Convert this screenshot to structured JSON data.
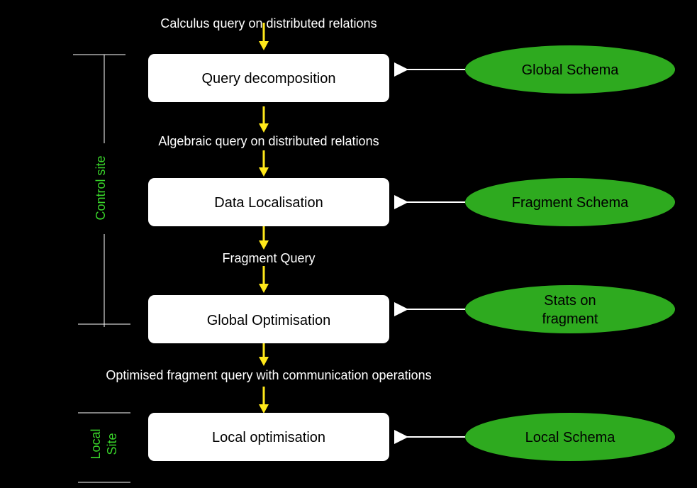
{
  "colors": {
    "background": "#000000",
    "box_fill": "#ffffff",
    "ellipse_fill": "#2eaa1f",
    "flow_arrow": "#ffe81a",
    "schema_arrow": "#ffffff",
    "site_label": "#39d62a",
    "bracket_line": "#ffffff"
  },
  "flow_labels": {
    "input": "Calculus query on distributed relations",
    "after_decomposition": "Algebraic query on distributed relations",
    "after_localisation": "Fragment Query",
    "after_global_optimisation": "Optimised fragment query with communication operations"
  },
  "steps": {
    "query_decomposition": "Query decomposition",
    "data_localisation": "Data Localisation",
    "global_optimisation": "Global Optimisation",
    "local_optimisation": "Local optimisation"
  },
  "sources": {
    "global_schema": "Global Schema",
    "fragment_schema": "Fragment Schema",
    "stats_line1": "Stats on",
    "stats_line2": "fragment",
    "local_schema": "Local Schema"
  },
  "sites": {
    "control": "Control site",
    "local_line1": "Local",
    "local_line2": "Site"
  }
}
